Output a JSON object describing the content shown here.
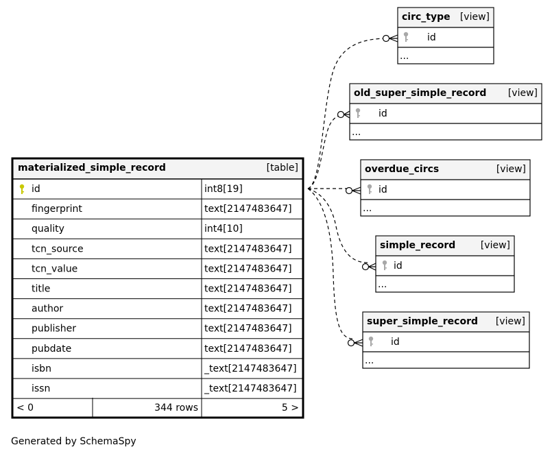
{
  "main_table": {
    "name": "materialized_simple_record",
    "kind": "[table]",
    "columns": [
      {
        "name": "id",
        "type": "int8[19]",
        "pk": true
      },
      {
        "name": "fingerprint",
        "type": "text[2147483647]"
      },
      {
        "name": "quality",
        "type": "int4[10]"
      },
      {
        "name": "tcn_source",
        "type": "text[2147483647]"
      },
      {
        "name": "tcn_value",
        "type": "text[2147483647]"
      },
      {
        "name": "title",
        "type": "text[2147483647]"
      },
      {
        "name": "author",
        "type": "text[2147483647]"
      },
      {
        "name": "publisher",
        "type": "text[2147483647]"
      },
      {
        "name": "pubdate",
        "type": "text[2147483647]"
      },
      {
        "name": "isbn",
        "type": "_text[2147483647]"
      },
      {
        "name": "issn",
        "type": "_text[2147483647]"
      }
    ],
    "footer": {
      "parents": "< 0",
      "rows": "344 rows",
      "children": "5 >"
    }
  },
  "views": [
    {
      "name": "circ_type",
      "kind": "[view]",
      "column": "id",
      "more": "..."
    },
    {
      "name": "old_super_simple_record",
      "kind": "[view]",
      "column": "id",
      "more": "..."
    },
    {
      "name": "overdue_circs",
      "kind": "[view]",
      "column": "id",
      "more": "..."
    },
    {
      "name": "simple_record",
      "kind": "[view]",
      "column": "id",
      "more": "..."
    },
    {
      "name": "super_simple_record",
      "kind": "[view]",
      "column": "id",
      "more": "..."
    }
  ],
  "footer_text": "Generated by SchemaSpy",
  "colors": {
    "pk_key": "#c8c800",
    "fk_key": "#a8a8a8",
    "header_bg": "#f4f4f4",
    "line": "#000000"
  }
}
